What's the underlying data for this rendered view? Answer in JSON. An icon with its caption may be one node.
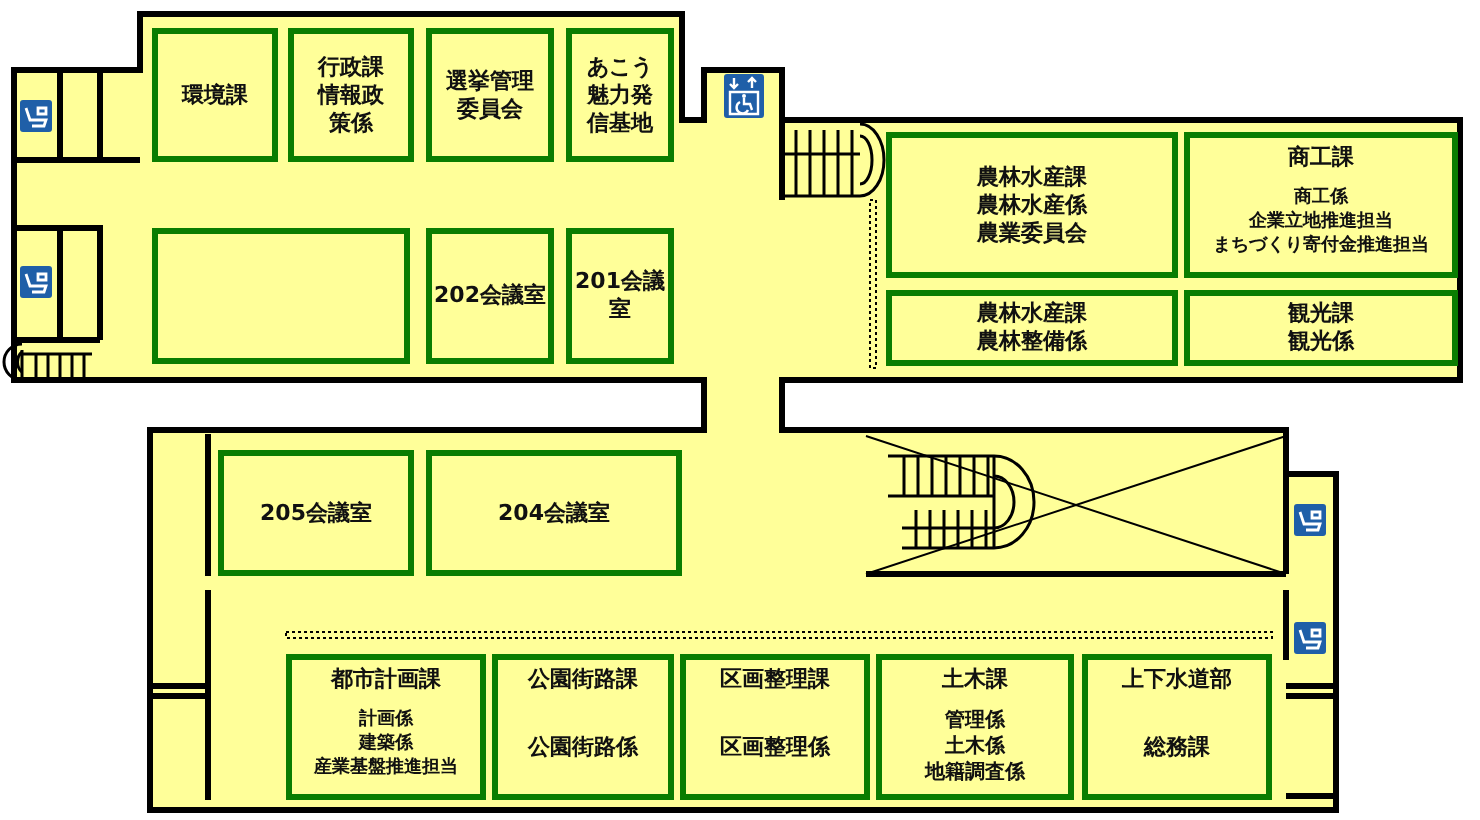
{
  "diagram": {
    "nodes": [
      {
        "text": [
          "環境課"
        ]
      },
      {
        "text": [
          "行政課",
          "情報政策係"
        ]
      },
      {
        "text": [
          "選挙管理委員会"
        ]
      },
      {
        "text": [
          "あこう魅力発信基地"
        ]
      },
      {
        "text": [],
        "shape": "box"
      },
      {
        "text": [
          "202会議室"
        ]
      },
      {
        "text": [
          "201会議室"
        ]
      },
      {
        "text": [
          "農林水産課",
          "農林水産係",
          "農業委員会"
        ]
      },
      {
        "text": [
          "商工課",
          "商工係",
          "企業立地推進担当",
          "まちづくり寄付金推進担当"
        ]
      },
      {
        "text": [
          "農林水産課",
          "農林整備係"
        ]
      },
      {
        "text": [
          "観光課",
          "観光係"
        ]
      },
      {
        "text": [
          "205会議室"
        ]
      },
      {
        "text": [
          "204会議室"
        ]
      },
      {
        "text": [
          "都市計画課",
          "計画係",
          "建築係",
          "産業基盤推進担当"
        ]
      },
      {
        "text": [
          "公園街路課",
          "公園街路係"
        ]
      },
      {
        "text": [
          "区画整理課",
          "区画整理係"
        ]
      },
      {
        "text": [
          "土木課",
          "管理係",
          "土木係",
          "地籍調査係"
        ]
      },
      {
        "text": [
          "上下水道部",
          "総務課"
        ]
      }
    ],
    "edges": []
  }
}
